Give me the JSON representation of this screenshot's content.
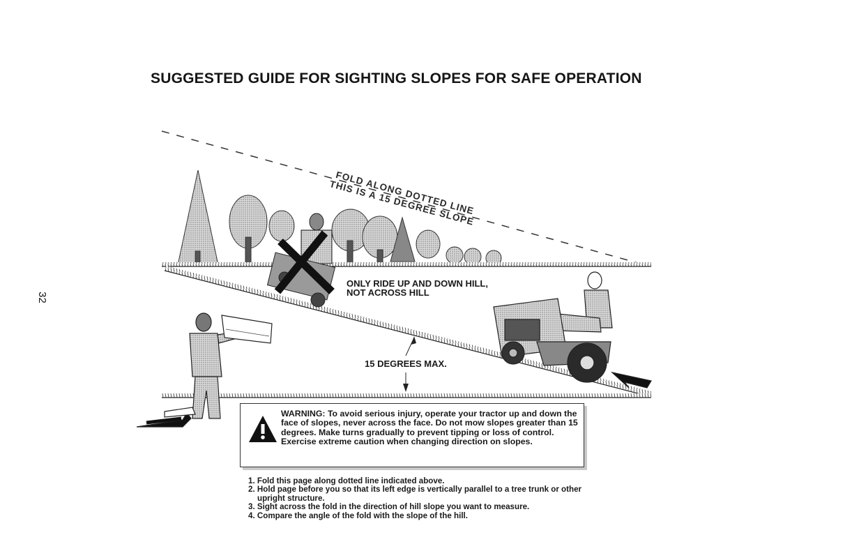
{
  "title": "SUGGESTED GUIDE FOR SIGHTING SLOPES FOR SAFE OPERATION",
  "page_number": "32",
  "illustration": {
    "fold_line_label": "FOLD ALONG DOTTED LINE",
    "slope_label": "THIS IS A 15 DEGREE SLOPE",
    "ride_label_line1": "ONLY RIDE UP AND DOWN HILL,",
    "ride_label_line2": "NOT ACROSS HILL",
    "max_label": "15 DEGREES MAX."
  },
  "warning": {
    "icon": "warning-triangle-icon",
    "text": "WARNING: To avoid serious injury, operate your tractor up and down the face of slopes, never across the face. Do not mow slopes greater than 15 degrees. Make turns gradually to prevent tipping or loss of control. Exercise extreme caution when changing direction on slopes."
  },
  "instructions": [
    "1. Fold this page along dotted line indicated above.",
    "2. Hold page before you so that its left edge is vertically parallel to a tree trunk or other upright structure.",
    "3. Sight across the fold in the direction of hill slope you want to measure.",
    "4. Compare the angle of the fold with the slope of the hill."
  ]
}
